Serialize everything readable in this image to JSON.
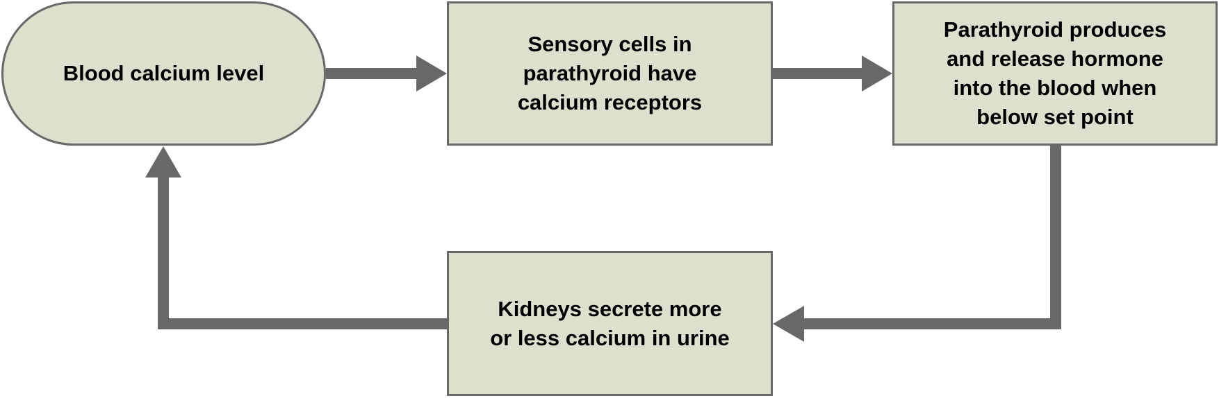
{
  "diagram": {
    "nodes": {
      "blood": "Blood calcium level",
      "sensory": "Sensory cells in\nparathyroid have\ncalcium receptors",
      "parathyroid": "Parathyroid produces\nand release hormone\ninto the blood when\nbelow set point",
      "kidneys": "Kidneys secrete more\nor less calcium in urine"
    }
  },
  "colors": {
    "box_fill": "#dfdfcd",
    "box_border": "#686868",
    "arrow": "#686868",
    "text": "#000000"
  }
}
